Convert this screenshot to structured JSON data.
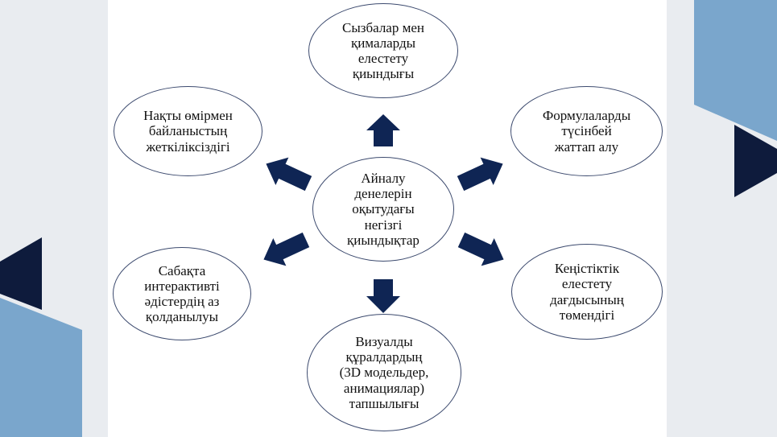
{
  "diagram": {
    "center": {
      "label": "Айналу\nденелерін\nоқытудағы\nнегізгі\nқиындықтар"
    },
    "nodes": {
      "top": "Сызбалар мен\nқималарды\nелестету\nқиындығы",
      "top_left": "Нақты өмірмен\nбайланыстың\nжеткіліксіздігі",
      "top_right": "Формулаларды\nтүсінбей\nжаттап алу",
      "bottom_left": "Сабақта\nинтерактивті\nәдістердің аз\nқолданылуы",
      "bottom_right": "Кеңістіктік\nелестету\nдағдысының\nтөмендігі",
      "bottom": "Визуалды\nқұралдардың\n(3D модельдер,\nанимациялар)\nтапшылығы"
    }
  },
  "colors": {
    "arrow": "#0f2554",
    "ellipse_border": "#3c4a6e",
    "accent_light_blue": "#7aa6cc",
    "accent_navy": "#0e1b3c",
    "page_background": "#e9ecf0"
  }
}
